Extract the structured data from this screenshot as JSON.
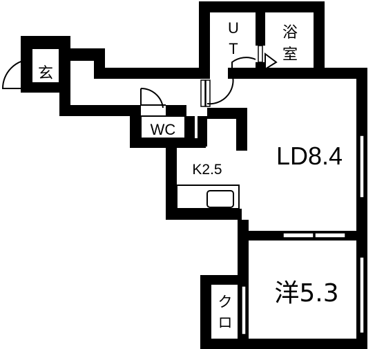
{
  "rooms": {
    "entrance": "玄",
    "utility_u": "U",
    "utility_t": "T",
    "bath_line1": "浴",
    "bath_line2": "室",
    "toilet": "WC",
    "kitchen": "K2.5",
    "living_dining": "LD8.4",
    "western_room": "洋5.3",
    "closet_line1": "ク",
    "closet_line2": "ロ"
  },
  "colors": {
    "wall": "#000000",
    "background": "#ffffff"
  }
}
